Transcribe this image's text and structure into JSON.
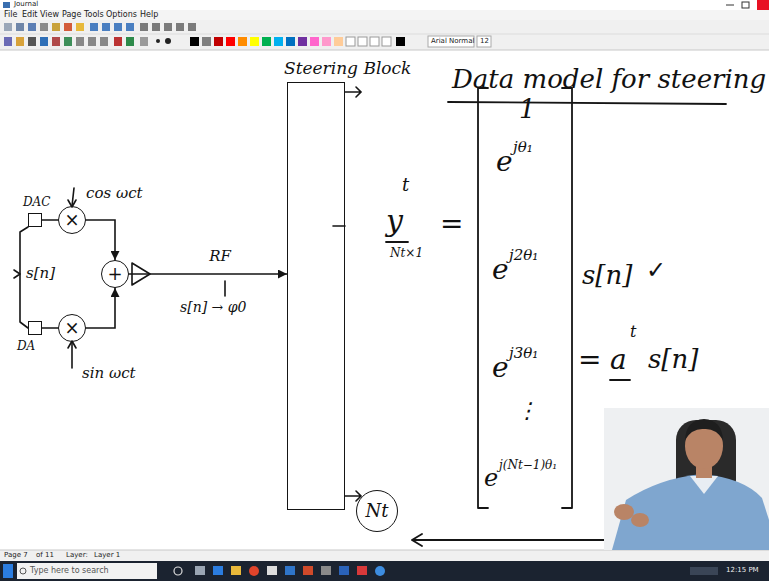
{
  "diagram": {
    "title": "Data model for steering",
    "nodes": [
      {
        "text": [
          "DAC"
        ]
      },
      {
        "text": [
          "DA"
        ]
      },
      {
        "text": [
          "×"
        ]
      },
      {
        "text": [
          "×"
        ]
      },
      {
        "text": [
          "+"
        ]
      },
      {
        "text": [
          "Steering Block"
        ]
      },
      {
        "text": [
          "Nt"
        ]
      }
    ],
    "edges": [
      {
        "from": 0,
        "to": 2,
        "arrow": "none"
      },
      {
        "from": 1,
        "to": 3,
        "arrow": "none"
      },
      {
        "from": 2,
        "to": 4,
        "arrow": "to"
      },
      {
        "from": 3,
        "to": 4,
        "arrow": "to"
      },
      {
        "from": 4,
        "to": 5,
        "label": "RF",
        "arrow": "to"
      }
    ],
    "labels": [
      "Journal",
      "File",
      "Edit",
      "View",
      "Page",
      "Tools",
      "Options",
      "Help",
      "Arial Normal",
      "12",
      "cos ωct",
      "sin ωct",
      "s[n]",
      "s[n] → φ0",
      "t",
      "y",
      "Nt×1",
      "=",
      "1",
      "e",
      "jθ₁",
      "e",
      "j2θ₁",
      "e",
      "j3θ₁",
      "⋮",
      "e",
      "j(Nt−1)θ₁",
      "s[n]",
      "✓",
      "=",
      "a",
      "t",
      "s[n]",
      "Page 7",
      "of 11",
      "Layer:",
      "Layer 1",
      "Type here to search",
      "12:15 PM"
    ]
  }
}
